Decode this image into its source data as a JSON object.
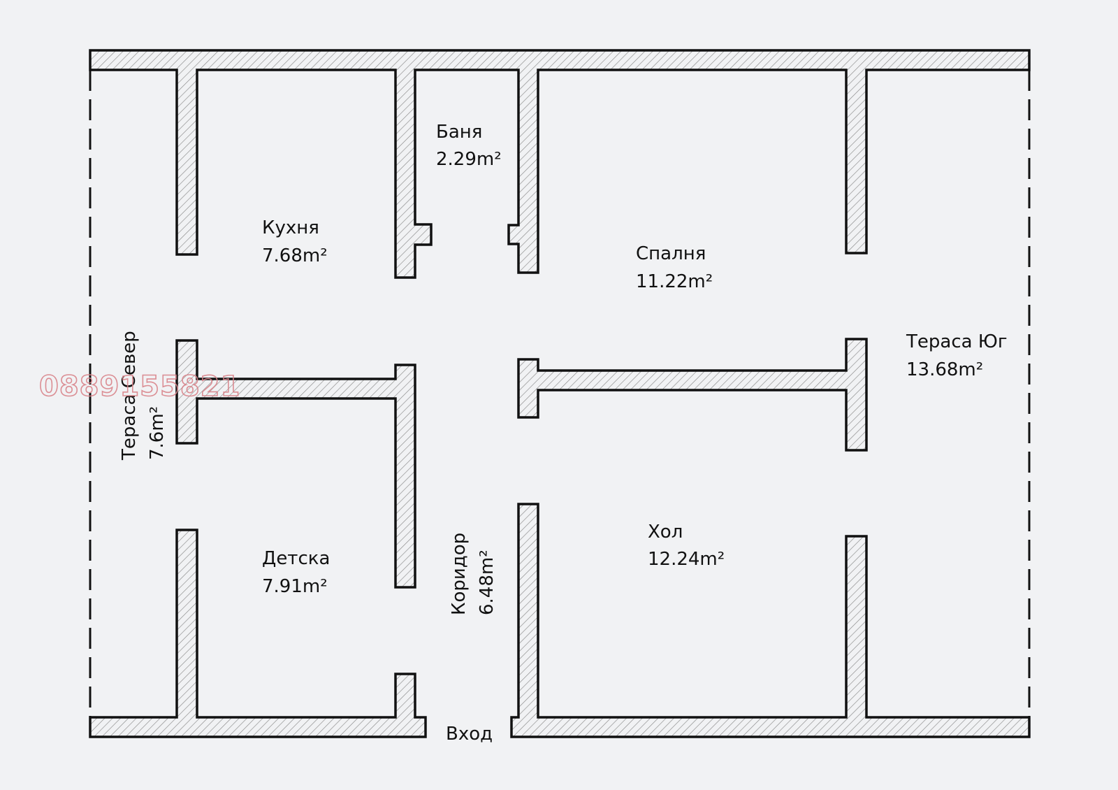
{
  "rooms": {
    "banya": {
      "name": "Баня",
      "area": "2.29m²"
    },
    "kuhnya": {
      "name": "Кухня",
      "area": "7.68m²"
    },
    "spalnya": {
      "name": "Спалня",
      "area": "11.22m²"
    },
    "terasa_yug": {
      "name": "Тераса Юг",
      "area": "13.68m²"
    },
    "terasa_sever": {
      "name": "Тераса Север",
      "area": "7.6m²"
    },
    "detska": {
      "name": "Детска",
      "area": "7.91m²"
    },
    "koridor": {
      "name": "Коридор",
      "area": "6.48m²"
    },
    "hol": {
      "name": "Хол",
      "area": "12.24m²"
    }
  },
  "entrance": {
    "label": "Вход"
  },
  "watermark": {
    "text": "0889155821",
    "color": "#d9848a"
  },
  "colors": {
    "wall_stroke": "#111111",
    "wall_fill": "#f1f2f4",
    "hatch": "#8a8a8a",
    "background": "#f1f2f4"
  }
}
